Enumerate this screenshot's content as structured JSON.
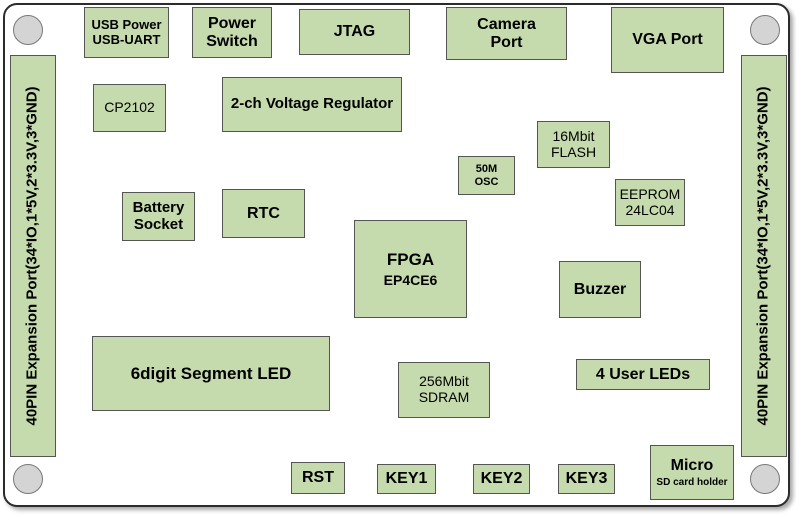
{
  "blocks": {
    "usb_power": {
      "line1": "USB Power",
      "line2": "USB-UART"
    },
    "power_switch": {
      "line1": "Power",
      "line2": "Switch"
    },
    "jtag": {
      "label": "JTAG"
    },
    "camera_port": {
      "line1": "Camera",
      "line2": "Port"
    },
    "vga_port": {
      "label": "VGA Port"
    },
    "cp2102": {
      "label": "CP2102"
    },
    "voltage_regulator": {
      "label": "2-ch Voltage Regulator"
    },
    "flash": {
      "line1": "16Mbit",
      "line2": "FLASH"
    },
    "oscillator": {
      "line1": "50M",
      "line2": "OSC"
    },
    "eeprom": {
      "line1": "EEPROM",
      "line2": "24LC04"
    },
    "battery_socket": {
      "line1": "Battery",
      "line2": "Socket"
    },
    "rtc": {
      "label": "RTC"
    },
    "fpga": {
      "line1": "FPGA",
      "line2": "EP4CE6"
    },
    "buzzer": {
      "label": "Buzzer"
    },
    "segment_led": {
      "label": "6digit Segment LED"
    },
    "sdram": {
      "line1": "256Mbit",
      "line2": "SDRAM"
    },
    "user_leds": {
      "label": "4 User LEDs"
    },
    "rst": {
      "label": "RST"
    },
    "key1": {
      "label": "KEY1"
    },
    "key2": {
      "label": "KEY2"
    },
    "key3": {
      "label": "KEY3"
    },
    "micro_sd": {
      "line1": "Micro",
      "line2": "SD card holder"
    },
    "expansion_left": {
      "label": "40PIN Expansion Port(34*IO,1*5V,2*3.3V,3*GND)"
    },
    "expansion_right": {
      "label": "40PIN Expansion Port(34*IO,1*5V,2*3.3V,3*GND)"
    }
  },
  "colors": {
    "block_fill": "#c5dbad",
    "block_border": "#555555",
    "hole_fill": "#d4d4d4"
  }
}
